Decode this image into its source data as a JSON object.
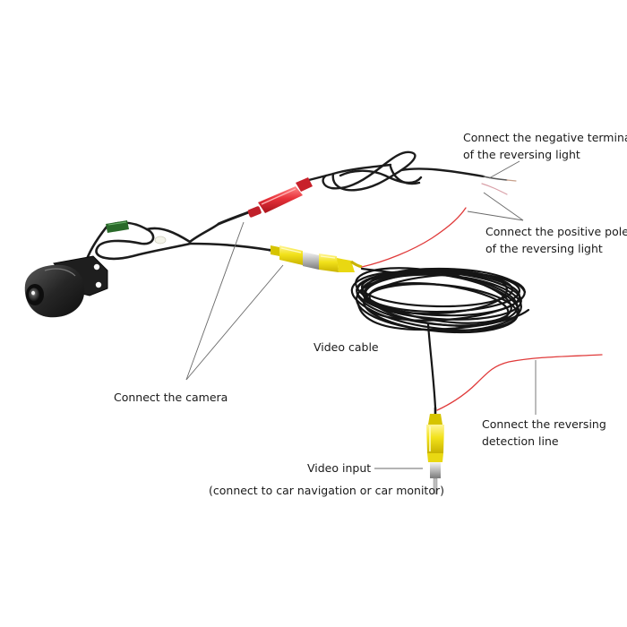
{
  "labels": {
    "negative_terminal": {
      "line1": "Connect the negative terminal",
      "line2": "of the reversing light"
    },
    "positive_pole": {
      "line1": "Connect the positive pole",
      "line2": "of the reversing light"
    },
    "video_cable": "Video cable",
    "connect_camera": "Connect the camera",
    "reversing_detection": {
      "line1": "Connect the reversing",
      "line2": "detection line"
    },
    "video_input": {
      "line1": "Video input",
      "line2": "(connect to car navigation or car monitor)"
    }
  },
  "colors": {
    "cable_black": "#1c1c1c",
    "plug_yellow": "#f2e21b",
    "plug_red": "#e8323a",
    "wire_red": "#e03a3a",
    "leader_line": "#6a6a6a",
    "metal": "#c9c9c9"
  },
  "icons": {
    "camera": "backup-camera-icon",
    "rca_yellow": "rca-plug-icon",
    "power_red": "power-connector-icon"
  }
}
